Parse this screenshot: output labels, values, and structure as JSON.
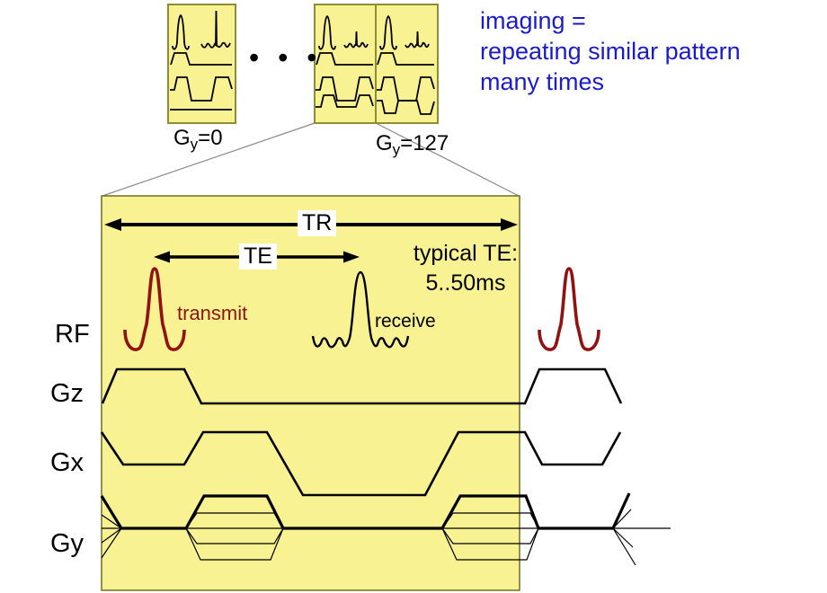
{
  "colors": {
    "panel_yellow": "#f8f292",
    "thumb_border_olive": "#8d8d33",
    "panel_border": "#6f6f22",
    "caption_blue": "#1b1bce",
    "rf_maroon": "#921212",
    "waveform_black": "#000000",
    "projection_gray": "#8a8a8a"
  },
  "caption": {
    "lines": [
      "imaging =",
      "repeating similar pattern",
      "many times"
    ]
  },
  "thumbnails": {
    "ellipsis": "• • •",
    "left_label": {
      "base": "G",
      "sub": "y",
      "rest": "=0"
    },
    "right_label": {
      "base": "G",
      "sub": "y",
      "rest": "=127"
    }
  },
  "diagram": {
    "tr_label": "TR",
    "te_label": "TE",
    "typical_te": {
      "line1": "typical TE:",
      "line2": "5..50ms"
    },
    "transmit_label": "transmit",
    "receive_label": "receive",
    "row_labels": {
      "rf": "RF",
      "gz": "Gz",
      "gx": "Gx",
      "gy": "Gy"
    }
  }
}
